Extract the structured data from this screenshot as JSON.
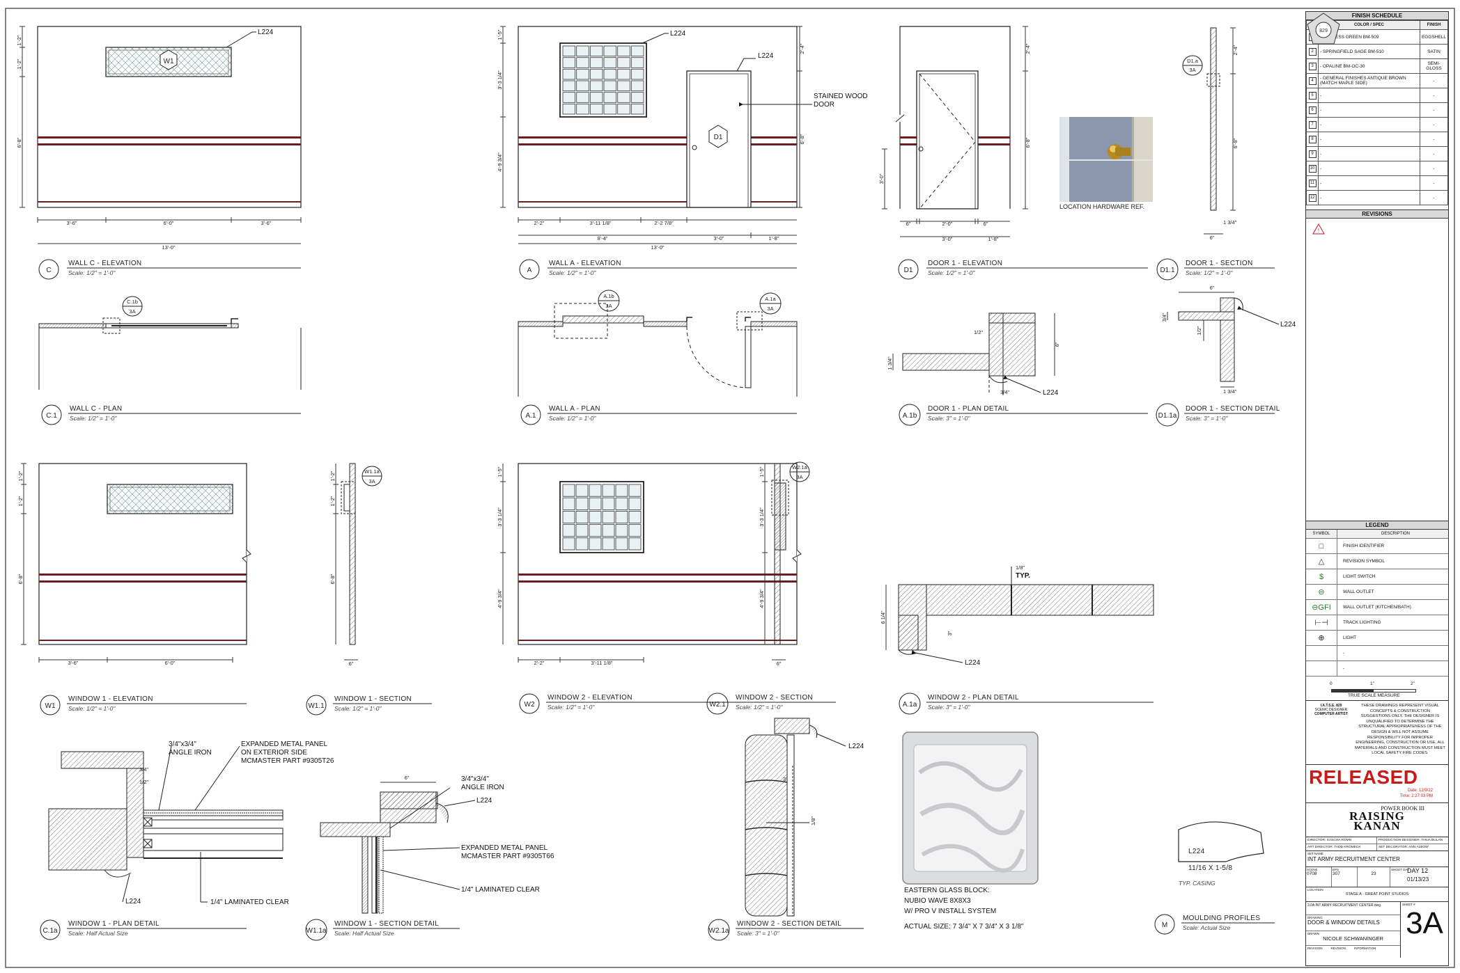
{
  "views": {
    "wallC": {
      "bubble": "C",
      "title": "WALL C - ELEVATION",
      "scale": "Scale: 1/2\" = 1'-0\""
    },
    "wallA": {
      "bubble": "A",
      "title": "WALL A - ELEVATION",
      "scale": "Scale: 1/2\" = 1'-0\""
    },
    "door1": {
      "bubble": "D1",
      "title": "DOOR 1 - ELEVATION",
      "scale": "Scale: 1/2\" = 1'-0\""
    },
    "door1sec": {
      "bubble": "D1.1",
      "title": "DOOR 1 - SECTION",
      "scale": "Scale: 1/2\" = 1'-0\""
    },
    "wallCplan": {
      "bubble": "C.1",
      "title": "WALL C - PLAN",
      "scale": "Scale: 1/2\" = 1'-0\""
    },
    "wallAplan": {
      "bubble": "A.1",
      "title": "WALL A - PLAN",
      "scale": "Scale: 1/2\" = 1'-0\""
    },
    "door1plan": {
      "bubble": "A.1b",
      "title": "DOOR 1 - PLAN DETAIL",
      "scale": "Scale: 3\" = 1'-0\""
    },
    "door1secdet": {
      "bubble": "D1.1a",
      "title": "DOOR 1 - SECTION DETAIL",
      "scale": "Scale: 3\" = 1'-0\""
    },
    "win1": {
      "bubble": "W1",
      "title": "WINDOW 1 - ELEVATION",
      "scale": "Scale: 1/2\" = 1'-0\""
    },
    "win1sec": {
      "bubble": "W1.1",
      "title": "WINDOW 1 - SECTION",
      "scale": "Scale: 1/2\" = 1'-0\""
    },
    "win2": {
      "bubble": "W2",
      "title": "WINDOW 2 - ELEVATION",
      "scale": "Scale: 1/2\" = 1'-0\""
    },
    "win2sec": {
      "bubble": "W2.1",
      "title": "WINDOW 2 - SECTION",
      "scale": "Scale: 1/2\" = 1'-0\""
    },
    "win2plan": {
      "bubble": "A.1a",
      "title": "WINDOW 2 - PLAN DETAIL",
      "scale": "Scale: 3\" = 1'-0\""
    },
    "win1plan": {
      "bubble": "C.1a",
      "title": "WINDOW 1 - PLAN DETAIL",
      "scale": "Scale: Half Actual Size"
    },
    "win1secdet": {
      "bubble": "W1.1a",
      "title": "WINDOW 1 - SECTION DETAIL",
      "scale": "Scale: Half Actual Size"
    },
    "win2secdet": {
      "bubble": "W2.1a",
      "title": "WINDOW 2 - SECTION DETAIL",
      "scale": "Scale: 3\" = 1'-0\""
    },
    "moulding": {
      "bubble": "M",
      "title": "MOULDING PROFILES",
      "scale": "Scale: Actual Size"
    }
  },
  "notes": {
    "l224": "L224",
    "stained_door": "STAINED WOOD",
    "stained_door2": "DOOR",
    "loc_hw": "LOCATION HARDWARE REF.",
    "angle_iron_a": "3/4\"x3/4\"",
    "angle_iron_b": "ANGLE IRON",
    "exp_panel_a": "EXPANDED METAL PANEL",
    "exp_panel_b": "ON EXTERIOR SIDE",
    "exp_panel_c": "MCMASTER PART #9305T26",
    "exp_panel2_a": "EXPANDED METAL PANEL",
    "exp_panel2_b": "MCMASTER PART #9305T66",
    "laminated": "1/4\" LAMINATED CLEAR",
    "typ": "TYP.",
    "glass_a": "EASTERN GLASS BLOCK:",
    "glass_b": "NUBIO WAVE 8X8X3",
    "glass_c": "W/ PRO V INSTALL SYSTEM",
    "glass_d": "ACTUAL SIZE: 7 3/4\" X 7 3/4\" X 3 1/8\"",
    "profile_tag": "L224",
    "profile_size": "11/16 X 1-5/8",
    "typ_casing": "TYP. CASING"
  },
  "refs": {
    "c1b": "C.1b",
    "a1b": "A.1b",
    "a1a": "A.1a",
    "d1a": "D1.a",
    "w11a": "W1.1a",
    "w21a": "W2.1a",
    "sheet": "3A",
    "w1": "W1",
    "d1": "D1"
  },
  "dims": {
    "c_left": "3'-6\"",
    "c_mid": "6'-0\"",
    "c_right": "3'-6\"",
    "c_total": "13'-0\"",
    "a_1": "2'-2\"",
    "a_2": "3'-11 1/8\"",
    "a_3": "2'-2 7/8\"",
    "a_4": "3'-0\"",
    "a_5": "1'-8\"",
    "a_sub": "8'-4\"",
    "a_total": "13'-0\"",
    "d_1": "6\"",
    "d_2": "2'-0\"",
    "d_3": "6\"",
    "d_4": "3'-0\"",
    "d_5": "1'-8\"",
    "h_1": "1'-2\"",
    "h_2": "1'-2\"",
    "h_3": "6'-8\"",
    "ha_1": "1'-5\"",
    "ha_2": "3'-3 1/4\"",
    "ha_3": "4'-9 3/4\"",
    "ha_4": "6'-8\"",
    "hd_1": "2'-4\"",
    "hd_2": "6'-8\"",
    "hd_3": "3'-0\"",
    "sec_1": "2'-4\"",
    "sec_2": "6'-8\"",
    "sec_3": "1 3/4\"",
    "sec_4": "6\"",
    "pd_1": "1/2\"",
    "pd_2": "6\"",
    "pd_3": "3/4\"",
    "pd_4": "1 3/4\"",
    "sd_1": "6\"",
    "sd_2": "3/4\"",
    "sd_3": "1/2\"",
    "sd_4": "1 3/4\"",
    "w_l": "3'-6\"",
    "w_m": "6'-0\"",
    "w2_l": "2'-2\"",
    "w2_m": "3'-11 1/8\"",
    "tb8": "1/8\"",
    "tb3": "3\"",
    "tb14": "6 1/4\""
  },
  "finish_schedule": {
    "header": "FINISH SCHEDULE",
    "cols": [
      "#",
      "COLOR / SPEC",
      "FINISH"
    ],
    "rows": [
      {
        "n": "1",
        "spec": "- CYPRESS GREEN BM-509",
        "finish": "EGGSHELL"
      },
      {
        "n": "2",
        "spec": "- SPRINGFIELD SAGE BM-510",
        "finish": "SATIN"
      },
      {
        "n": "3",
        "spec": "- OPALINE BM-OC-30",
        "finish": "SEMI-GLOSS"
      },
      {
        "n": "4",
        "spec": "- GENERAL FINISHES ANTIQUE BROWN (MATCH MAPLE SIDE)",
        "finish": "-"
      },
      {
        "n": "5",
        "spec": "-",
        "finish": "-"
      },
      {
        "n": "6",
        "spec": "-",
        "finish": "-"
      },
      {
        "n": "7",
        "spec": "-",
        "finish": "-"
      },
      {
        "n": "8",
        "spec": "-",
        "finish": "-"
      },
      {
        "n": "9",
        "spec": "-",
        "finish": "-"
      },
      {
        "n": "10",
        "spec": "-",
        "finish": "-"
      },
      {
        "n": "11",
        "spec": "-",
        "finish": "-"
      },
      {
        "n": "12",
        "spec": "-",
        "finish": "-"
      }
    ]
  },
  "revisions": {
    "header": "REVISIONS"
  },
  "legend": {
    "header": "LEGEND",
    "col_symbol": "SYMBOL",
    "col_desc": "DESCRIPTION",
    "rows": [
      {
        "sym": "□",
        "desc": "FINISH IDENTIFIER"
      },
      {
        "sym": "△",
        "desc": "REVISION SYMBOL"
      },
      {
        "sym": "$",
        "desc": "LIGHT SWITCH"
      },
      {
        "sym": "⊖",
        "desc": "WALL OUTLET"
      },
      {
        "sym": "⊖GFI",
        "desc": "WALL OUTLET (KITCHEN/BATH)"
      },
      {
        "sym": "⊢⊣",
        "desc": "TRACK LIGHTING"
      },
      {
        "sym": "⊕",
        "desc": "LIGHT"
      },
      {
        "sym": "",
        "desc": "-"
      },
      {
        "sym": "",
        "desc": "-"
      }
    ],
    "scale_0": "0",
    "scale_1": "1\"",
    "scale_2": "2\"",
    "scale_label": "TRUE SCALE MEASURE"
  },
  "disclaimer": "THESE DRAWINGS REPRESENT VISUAL CONCEPTS & CONSTRUCTION SUGGESTIONS ONLY. THE DESIGNER IS UNQUALIFIED TO DETERMINE THE STRUCTURAL APPROPRIATENESS OF THE DESIGN & WILL NOT ASSUME RESPONSIBILITY FOR IMPROPER ENGINEERING, CONSTRUCTION OR USE. ALL MATERIALS AND CONSTRUCTION MUST MEET LOCAL SAFETY FIRE CODES.",
  "union": {
    "line1": "I.A.T.S.E. 829",
    "line2": "SCENIC DESIGNER",
    "line3": "COMPUTER ARTIST"
  },
  "status": {
    "released": "RELEASED",
    "date": "Date: 12/9/22",
    "time": "Time: 2:27:03 PM"
  },
  "show": {
    "line1": "POWER BOOK III",
    "line2": "RAISING",
    "line3": "KANAN"
  },
  "credits": {
    "director": "DIRECTOR: SASCHA ROMN",
    "art_director": "ART DIRECTOR: TADD KROMECK",
    "prod_designer": "PRODUCTION DESIGNER: TANIA BULAN",
    "set_decorator": "SET DECORATOR: ANN ALBOW"
  },
  "set_name_label": "SET NAME",
  "set_name": "INT ARMY RECRUITMENT CENTER",
  "info": {
    "scene_label": "SCENE",
    "scene": "0708",
    "episode_label": "EPS",
    "episode": "307",
    "ep_no": "23",
    "day_label": "SHOOT DAY",
    "day": "DAY 12",
    "day_date": "01/13/23",
    "location_label": "LOCATION",
    "location": "STAGE A - GREAT POINT STUDIOS"
  },
  "filename": "3.0A INT ARMY RECRUITMENT CENTER.dwg",
  "drawing_label": "DRAWING",
  "drawing": "DOOR & WINDOW DETAILS",
  "drawn_label": "DRAWN",
  "drawn_by": "NICOLE SCHWANINGER",
  "revision_label": "REVISION",
  "revision": "REVISION",
  "rev_no": "INFORMATION",
  "sheet_label": "SHEET #",
  "sheet": "3A"
}
